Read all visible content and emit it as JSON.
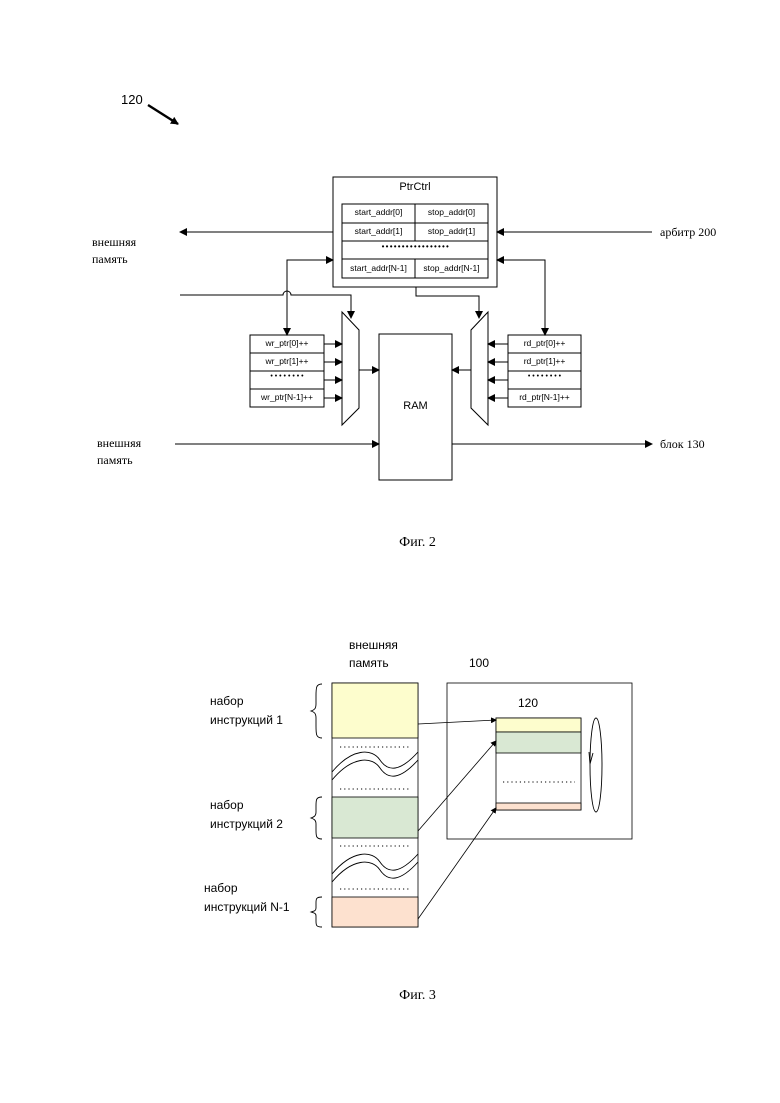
{
  "figure2": {
    "ref_number": "120",
    "ptrctrl": {
      "title": "PtrCtrl",
      "rows": [
        {
          "start": "start_addr[0]",
          "stop": "stop_addr[0]"
        },
        {
          "start": "start_addr[1]",
          "stop": "stop_addr[1]"
        },
        {
          "start": "start_addr[N-1]",
          "stop": "stop_addr[N-1]"
        }
      ],
      "ellipsis": "• • • • • • • • • • • • • • • • •"
    },
    "wr_ptrs": [
      "wr_ptr[0]++",
      "wr_ptr[1]++",
      "wr_ptr[N-1]++"
    ],
    "rd_ptrs": [
      "rd_ptr[0]++",
      "rd_ptr[1]++",
      "rd_ptr[N-1]++"
    ],
    "ptr_ellipsis": "• • • • • • • •",
    "ram_label": "RAM",
    "ext_memory_top": [
      "внешняя",
      "память"
    ],
    "ext_memory_bottom": [
      "внешняя",
      "память"
    ],
    "arbiter": "арбитр 200",
    "block130": "блок 130",
    "caption": "Фиг. 2"
  },
  "figure3": {
    "ext_memory": [
      "внешняя",
      "память"
    ],
    "device_label": "100",
    "buffer_label": "120",
    "set1": [
      "набор",
      "инструкций 1"
    ],
    "set2": [
      "набор",
      "инструкций 2"
    ],
    "setN": [
      "набор",
      "инструкций N-1"
    ],
    "colors": {
      "set1": "#fdfdcd",
      "set2": "#d9e8d3",
      "setN": "#fde1cf"
    },
    "caption": "Фиг. 3"
  }
}
